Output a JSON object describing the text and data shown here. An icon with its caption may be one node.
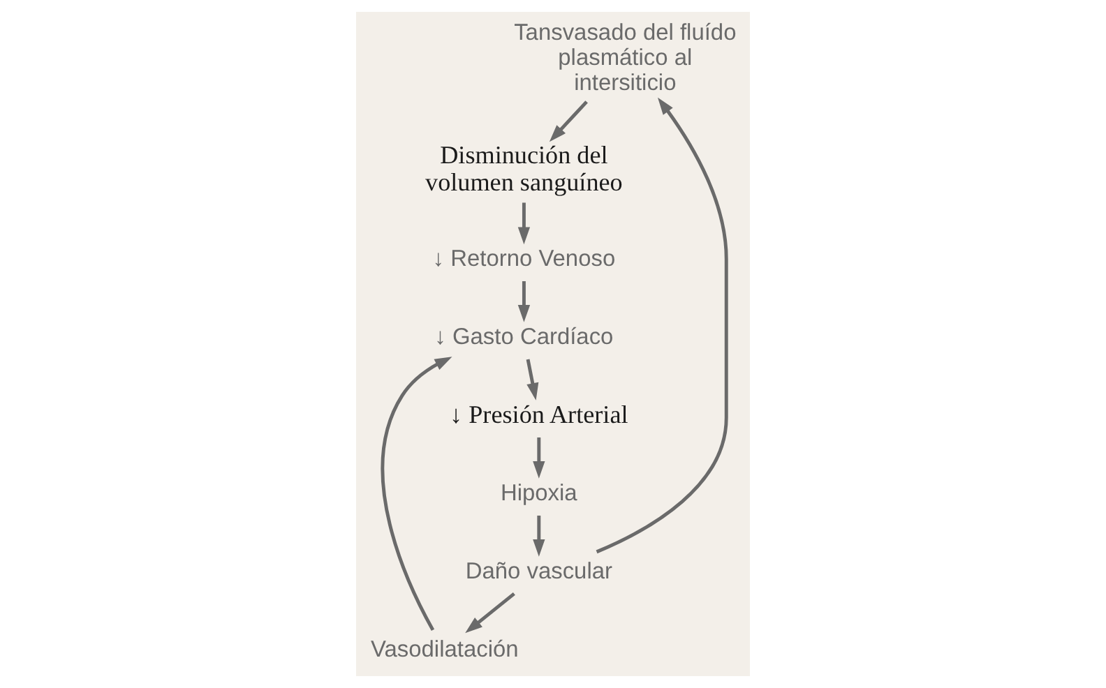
{
  "diagram": {
    "nodes": [
      {
        "text": [
          "Tansvasado del fluído plasmático al intersiticio"
        ]
      },
      {
        "text": [
          "Disminución del volumen sanguíneo"
        ]
      },
      {
        "text": [
          "↓ Retorno Venoso"
        ]
      },
      {
        "text": [
          "Vasodilatación"
        ]
      },
      {
        "text": [
          "↓ Gasto Cardíaco"
        ]
      },
      {
        "text": [
          "Daño vascular"
        ]
      },
      {
        "text": [
          "↓ Presión Arterial"
        ]
      },
      {
        "text": [
          "Hipoxia"
        ]
      }
    ],
    "edges": [
      {
        "from": 0,
        "to": 1,
        "arrow": "to"
      },
      {
        "from": 1,
        "to": 2,
        "arrow": "to"
      },
      {
        "from": 2,
        "to": 4,
        "arrow": "to"
      },
      {
        "from": 3,
        "to": 4,
        "arrow": "to"
      },
      {
        "from": 4,
        "to": 6,
        "arrow": "to"
      },
      {
        "from": 6,
        "to": 7,
        "arrow": "to"
      },
      {
        "from": 7,
        "to": 5,
        "arrow": "to"
      },
      {
        "from": 5,
        "to": 0,
        "arrow": "to"
      },
      {
        "from": 5,
        "to": 3,
        "arrow": "to"
      }
    ]
  }
}
